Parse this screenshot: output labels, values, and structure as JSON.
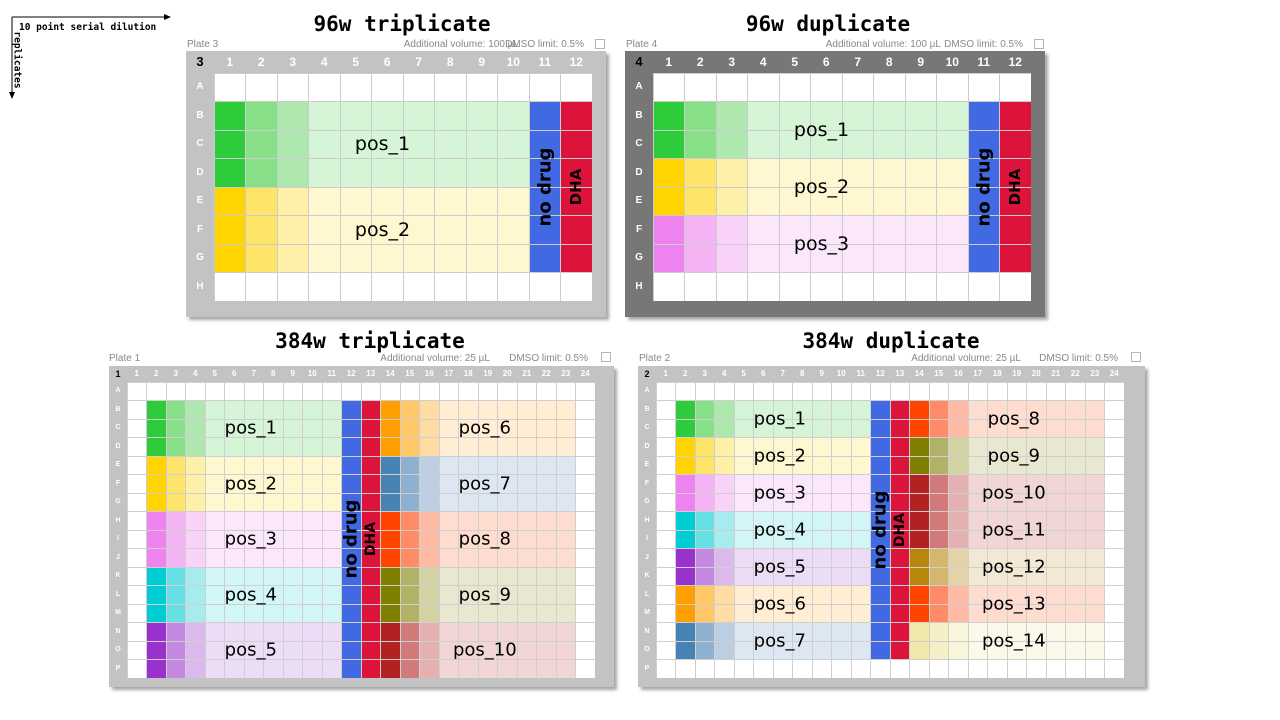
{
  "legend": {
    "horizontal": "10 point serial dilution",
    "vertical": "replicates"
  },
  "colors": {
    "pos_1": [
      "#2ecc3a",
      "#87e087",
      "#aee8ae",
      "#d6f5d6"
    ],
    "pos_2": [
      "#ffd400",
      "#ffe46a",
      "#fff0a8",
      "#fff7d0"
    ],
    "pos_3": [
      "#ee82ee",
      "#f4b4f4",
      "#f8d2f8",
      "#fbe6fb"
    ],
    "pos_4": [
      "#00cdd3",
      "#66e0e4",
      "#a6ecef",
      "#d2f5f7"
    ],
    "pos_5": [
      "#9932cc",
      "#c488e0",
      "#dbb9ec",
      "#ecdcf6"
    ],
    "pos_6": [
      "#ff9f00",
      "#ffc766",
      "#ffdca3",
      "#ffeed3"
    ],
    "pos_7": [
      "#4682b4",
      "#8fb1d0",
      "#bccfe2",
      "#dde7f1"
    ],
    "pos_8": [
      "#ff4500",
      "#ff8c66",
      "#ffbaa3",
      "#ffdcd0"
    ],
    "pos_9": [
      "#808000",
      "#b2b266",
      "#d2d2a3",
      "#e8e8d0"
    ],
    "pos_10": [
      "#b22222",
      "#d17a7a",
      "#e4b0b0",
      "#f2d6d6"
    ],
    "pos_11": [
      "#b22222",
      "#d17a7a",
      "#e4b0b0",
      "#f2d6d6"
    ],
    "pos_12": [
      "#b8860b",
      "#d4b66d",
      "#e6d2a8",
      "#f3e8d3"
    ],
    "pos_13": [
      "#ff4500",
      "#ff8c66",
      "#ffbaa3",
      "#ffdcd0"
    ],
    "pos_14": [
      "#eee8aa",
      "#f4efc4",
      "#f8f5da",
      "#fbf9ea"
    ],
    "no_drug": "#4169e1",
    "dha": "#dc143c",
    "empty": "#ffffff"
  },
  "plates": [
    {
      "id": "p96t",
      "title": "96w triplicate",
      "plate_label": "Plate 3",
      "plate_no": "3",
      "frame": "light",
      "rows": 8,
      "cols": 12,
      "additional_volume": "Additional volume: 100 µL",
      "dmso_limit": "DMSO limit: 0.5%",
      "row_labels": [
        "A",
        "B",
        "C",
        "D",
        "E",
        "F",
        "G",
        "H"
      ],
      "controls": {
        "no_drug_col": 11,
        "dha_col": 12,
        "row_start": 2,
        "row_end": 7,
        "no_drug_label": "no drug",
        "dha_label": "DHA"
      },
      "groups": [
        {
          "name": "pos_1",
          "row_start": 2,
          "row_end": 4
        },
        {
          "name": "pos_2",
          "row_start": 5,
          "row_end": 7
        }
      ]
    },
    {
      "id": "p96d",
      "title": "96w duplicate",
      "plate_label": "Plate 4",
      "plate_no": "4",
      "frame": "dark",
      "rows": 8,
      "cols": 12,
      "additional_volume": "Additional volume: 100 µL",
      "dmso_limit": "DMSO limit: 0.5%",
      "row_labels": [
        "A",
        "B",
        "C",
        "D",
        "E",
        "F",
        "G",
        "H"
      ],
      "controls": {
        "no_drug_col": 11,
        "dha_col": 12,
        "row_start": 2,
        "row_end": 7,
        "no_drug_label": "no drug",
        "dha_label": "DHA"
      },
      "groups": [
        {
          "name": "pos_1",
          "row_start": 2,
          "row_end": 3
        },
        {
          "name": "pos_2",
          "row_start": 4,
          "row_end": 5
        },
        {
          "name": "pos_3",
          "row_start": 6,
          "row_end": 7
        }
      ]
    },
    {
      "id": "p384t",
      "title": "384w triplicate",
      "plate_label": "Plate 1",
      "plate_no": "1",
      "frame": "light",
      "rows": 16,
      "cols": 24,
      "additional_volume": "Additional volume: 25 µL",
      "dmso_limit": "DMSO limit: 0.5%",
      "row_labels": [
        "A",
        "B",
        "C",
        "D",
        "E",
        "F",
        "G",
        "H",
        "I",
        "J",
        "K",
        "L",
        "M",
        "N",
        "O",
        "P"
      ],
      "controls": {
        "no_drug_col": 12,
        "dha_col": 13,
        "row_start": 2,
        "row_end": 16,
        "no_drug_label": "no drug",
        "dha_label": "DHA"
      },
      "groups": [
        {
          "name": "pos_1",
          "row_start": 2,
          "row_end": 4,
          "col_start": 2
        },
        {
          "name": "pos_2",
          "row_start": 5,
          "row_end": 7,
          "col_start": 2
        },
        {
          "name": "pos_3",
          "row_start": 8,
          "row_end": 10,
          "col_start": 2
        },
        {
          "name": "pos_4",
          "row_start": 11,
          "row_end": 13,
          "col_start": 2
        },
        {
          "name": "pos_5",
          "row_start": 14,
          "row_end": 16,
          "col_start": 2
        },
        {
          "name": "pos_6",
          "row_start": 2,
          "row_end": 4,
          "col_start": 14
        },
        {
          "name": "pos_7",
          "row_start": 5,
          "row_end": 7,
          "col_start": 14
        },
        {
          "name": "pos_8",
          "row_start": 8,
          "row_end": 10,
          "col_start": 14
        },
        {
          "name": "pos_9",
          "row_start": 11,
          "row_end": 13,
          "col_start": 14
        },
        {
          "name": "pos_10",
          "row_start": 14,
          "row_end": 16,
          "col_start": 14
        }
      ]
    },
    {
      "id": "p384d",
      "title": "384w duplicate",
      "plate_label": "Plate 2",
      "plate_no": "2",
      "frame": "light",
      "rows": 16,
      "cols": 24,
      "additional_volume": "Additional volume: 25 µL",
      "dmso_limit": "DMSO limit: 0.5%",
      "row_labels": [
        "A",
        "B",
        "C",
        "D",
        "E",
        "F",
        "G",
        "H",
        "I",
        "J",
        "K",
        "L",
        "M",
        "N",
        "O",
        "P"
      ],
      "controls": {
        "no_drug_col": 12,
        "dha_col": 13,
        "row_start": 2,
        "row_end": 15,
        "no_drug_label": "no drug",
        "dha_label": "DHA"
      },
      "groups": [
        {
          "name": "pos_1",
          "row_start": 2,
          "row_end": 3,
          "col_start": 2
        },
        {
          "name": "pos_2",
          "row_start": 4,
          "row_end": 5,
          "col_start": 2
        },
        {
          "name": "pos_3",
          "row_start": 6,
          "row_end": 7,
          "col_start": 2
        },
        {
          "name": "pos_4",
          "row_start": 8,
          "row_end": 9,
          "col_start": 2
        },
        {
          "name": "pos_5",
          "row_start": 10,
          "row_end": 11,
          "col_start": 2
        },
        {
          "name": "pos_6",
          "row_start": 12,
          "row_end": 13,
          "col_start": 2
        },
        {
          "name": "pos_7",
          "row_start": 14,
          "row_end": 15,
          "col_start": 2
        },
        {
          "name": "pos_8",
          "row_start": 2,
          "row_end": 3,
          "col_start": 14
        },
        {
          "name": "pos_9",
          "row_start": 4,
          "row_end": 5,
          "col_start": 14
        },
        {
          "name": "pos_10",
          "row_start": 6,
          "row_end": 7,
          "col_start": 14
        },
        {
          "name": "pos_11",
          "row_start": 8,
          "row_end": 9,
          "col_start": 14
        },
        {
          "name": "pos_12",
          "row_start": 10,
          "row_end": 11,
          "col_start": 14
        },
        {
          "name": "pos_13",
          "row_start": 12,
          "row_end": 13,
          "col_start": 14
        },
        {
          "name": "pos_14",
          "row_start": 14,
          "row_end": 15,
          "col_start": 14
        }
      ]
    }
  ]
}
